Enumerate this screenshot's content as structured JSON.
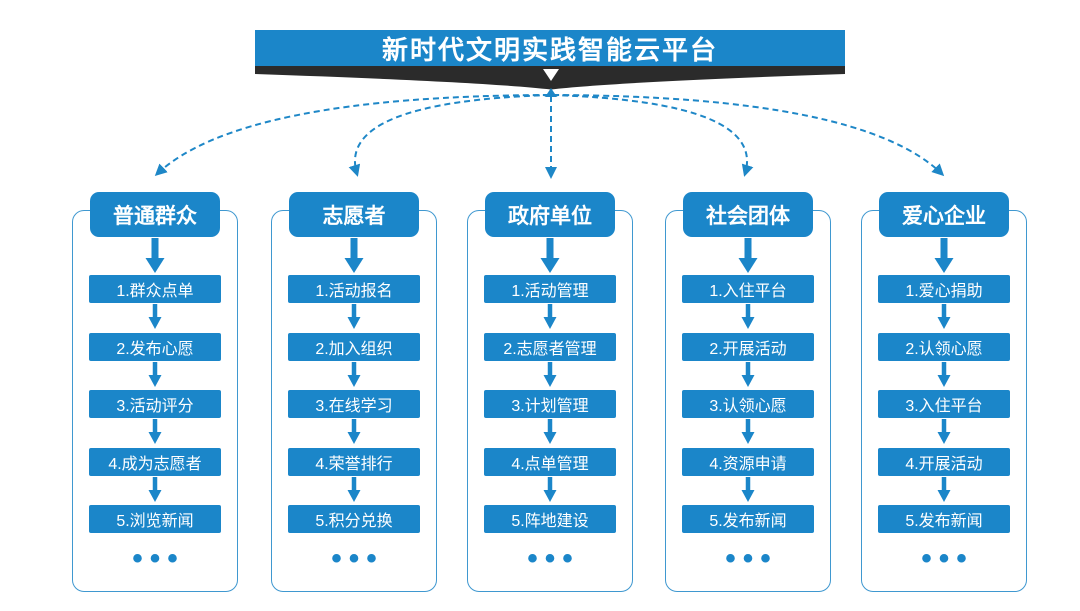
{
  "header": {
    "title": "新时代文明实践智能云平台"
  },
  "more_indicator": "•••",
  "colors": {
    "primary_blue": "#1b86c9",
    "frame_border": "#3f98d0",
    "ribbon_dark": "#2b2b2b",
    "connector_blue": "#1e87c7",
    "background": "#ffffff",
    "text_on_blue": "#ffffff"
  },
  "columns": [
    {
      "header": "普通群众",
      "items": [
        "1.群众点单",
        "2.发布心愿",
        "3.活动评分",
        "4.成为志愿者",
        "5.浏览新闻"
      ]
    },
    {
      "header": "志愿者",
      "items": [
        "1.活动报名",
        "2.加入组织",
        "3.在线学习",
        "4.荣誉排行",
        "5.积分兑换"
      ]
    },
    {
      "header": "政府单位",
      "items": [
        "1.活动管理",
        "2.志愿者管理",
        "3.计划管理",
        "4.点单管理",
        "5.阵地建设"
      ]
    },
    {
      "header": "社会团体",
      "items": [
        "1.入住平台",
        "2.开展活动",
        "3.认领心愿",
        "4.资源申请",
        "5.发布新闻"
      ]
    },
    {
      "header": "爱心企业",
      "items": [
        "1.爱心捐助",
        "2.认领心愿",
        "3.入住平台",
        "4.开展活动",
        "5.发布新闻"
      ]
    }
  ]
}
